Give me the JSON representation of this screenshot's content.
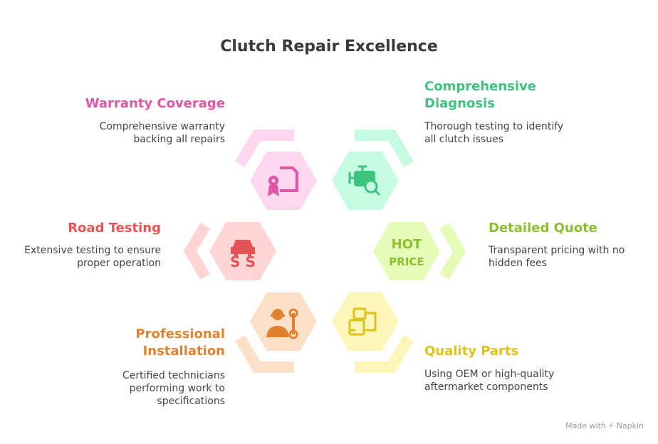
{
  "title": "Clutch Repair Excellence",
  "items": [
    {
      "key": "warranty",
      "heading": "Warranty Coverage",
      "desc1": "Comprehensive warranty",
      "desc2": "backing all repairs",
      "icon": "certificate-icon",
      "fill": "#fdd7ee",
      "accent": "#e056a6"
    },
    {
      "key": "diagnosis",
      "heading1": "Comprehensive",
      "heading2": "Diagnosis",
      "desc1": "Thorough testing to identify",
      "desc2": "all clutch issues",
      "icon": "engine-search-icon",
      "fill": "#c6fbe3",
      "accent": "#3cc47f"
    },
    {
      "key": "road",
      "heading": "Road Testing",
      "desc1": "Extensive testing to ensure",
      "desc2": "proper operation",
      "icon": "car-skid-icon",
      "fill": "#fed5d5",
      "accent": "#e55454"
    },
    {
      "key": "quote",
      "heading": "Detailed Quote",
      "desc1": "Transparent pricing with no",
      "desc2": "hidden fees",
      "icon": "hot-price-icon",
      "icon_text1": "HOT",
      "icon_text2": "PRICE",
      "fill": "#e7fbb8",
      "accent": "#8bbf30"
    },
    {
      "key": "install",
      "heading1": "Professional",
      "heading2": "Installation",
      "desc1": "Certified technicians",
      "desc2": "performing work to",
      "desc3": "specifications",
      "icon": "mechanic-icon",
      "fill": "#fde0c8",
      "accent": "#e0812f"
    },
    {
      "key": "parts",
      "heading": "Quality Parts",
      "desc1": "Using OEM or high-quality",
      "desc2": "aftermarket components",
      "icon": "parts-icon",
      "fill": "#fef6b8",
      "accent": "#dcc414"
    }
  ],
  "footer": {
    "made_with": "Made with",
    "brand": "Napkin"
  }
}
